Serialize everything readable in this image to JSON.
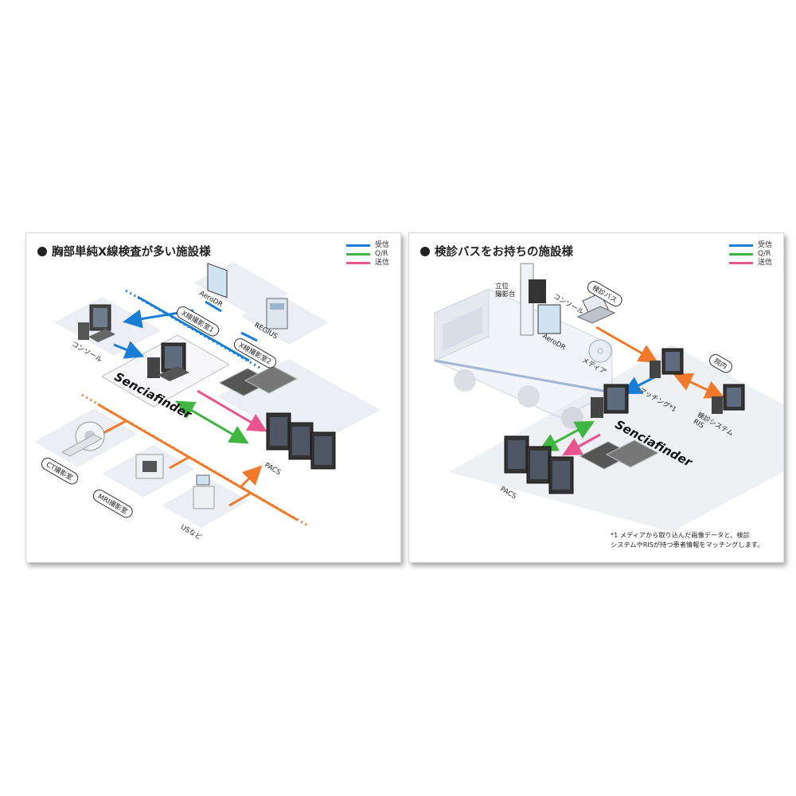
{
  "legend": {
    "receive": "受信",
    "qr": "Q/R",
    "send": "送信",
    "colors": {
      "receive": "#1a7fd4",
      "qr": "#3fb63f",
      "send": "#e8548c",
      "network": "#f0792a"
    }
  },
  "left": {
    "title": "胸部単純X線検査が多い施設様",
    "labels": {
      "aerodr": "AeroDR",
      "room1": "X線撮影室1",
      "regius": "REGIUS",
      "room2": "X線撮影室2",
      "console": "コンソール",
      "brand": "Senciafinder",
      "pacs": "PACS",
      "ct": "CT撮影室",
      "mri": "MRI撮影室",
      "us": "USなど"
    }
  },
  "right": {
    "title": "検診バスをお持ちの施設様",
    "labels": {
      "bus": "検診バス",
      "standing": "立位\n撮影台",
      "console": "コンソール",
      "aerodr": "AeroDR",
      "media": "メディア",
      "matching": "マッチング*1",
      "innai": "院内",
      "ris": "検診システム\nRIS",
      "brand": "Senciafinder",
      "pacs": "PACS",
      "note_line1": "*1 メディアから取り込んだ画像データと、検診",
      "note_line2": "システムやRISが持つ患者情報をマッチングします。"
    }
  }
}
